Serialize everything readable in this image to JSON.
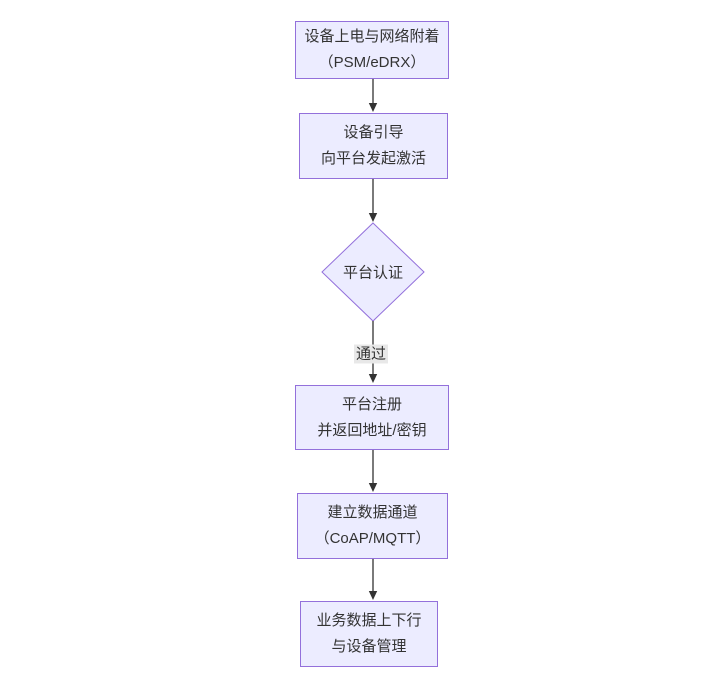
{
  "diagram": {
    "type": "flowchart",
    "direction": "top-down",
    "nodes": [
      {
        "id": "attach",
        "shape": "rect",
        "lines": [
          "设备上电与网络附着",
          "（PSM/eDRX）"
        ]
      },
      {
        "id": "bootstrap",
        "shape": "rect",
        "lines": [
          "设备引导",
          "向平台发起激活"
        ]
      },
      {
        "id": "auth",
        "shape": "diamond",
        "lines": [
          "平台认证"
        ]
      },
      {
        "id": "register",
        "shape": "rect",
        "lines": [
          "平台注册",
          "并返回地址/密钥"
        ]
      },
      {
        "id": "channel",
        "shape": "rect",
        "lines": [
          "建立数据通道",
          "（CoAP/MQTT）"
        ]
      },
      {
        "id": "business",
        "shape": "rect",
        "lines": [
          "业务数据上下行",
          "与设备管理"
        ]
      }
    ],
    "edges": [
      {
        "from": "attach",
        "to": "bootstrap",
        "label": ""
      },
      {
        "from": "bootstrap",
        "to": "auth",
        "label": ""
      },
      {
        "from": "auth",
        "to": "register",
        "label": "通过"
      },
      {
        "from": "register",
        "to": "channel",
        "label": ""
      },
      {
        "from": "channel",
        "to": "business",
        "label": ""
      }
    ],
    "colors": {
      "node_fill": "#ECECFF",
      "node_border": "#9370DB",
      "arrow": "#333333",
      "text": "#333333",
      "edge_label_bg": "#e8e8e8",
      "background": "#ffffff"
    }
  }
}
